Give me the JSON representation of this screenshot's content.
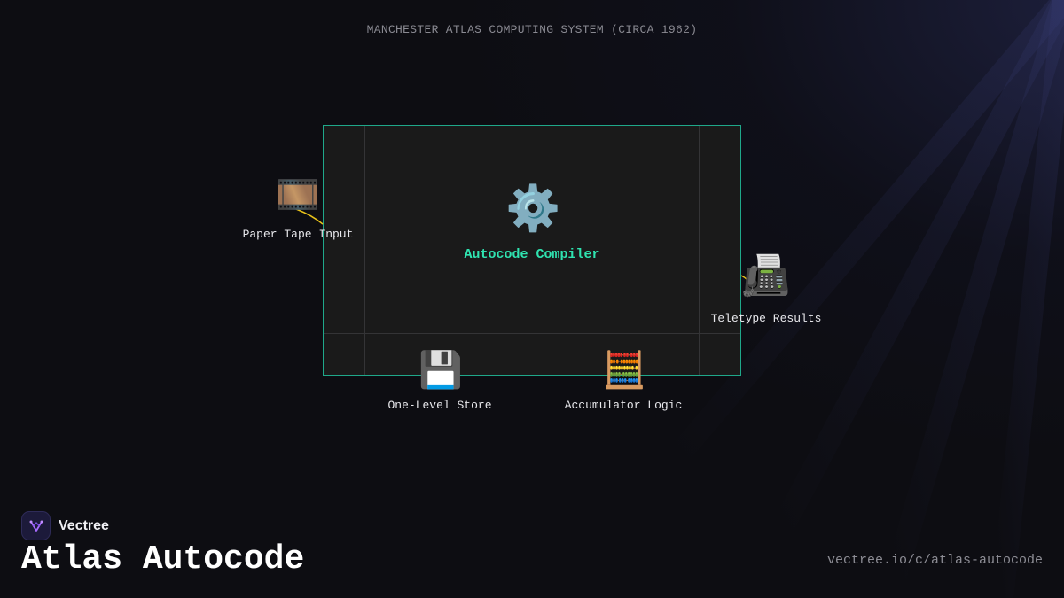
{
  "caption": "MANCHESTER ATLAS COMPUTING SYSTEM (CIRCA 1962)",
  "center": {
    "label": "Autocode Compiler",
    "icon": "⚙️",
    "icon_name": "gear-icon"
  },
  "nodes": [
    {
      "label": "Paper Tape Input",
      "icon": "🎞️",
      "icon_name": "film-strip-icon"
    },
    {
      "label": "Teletype Results",
      "icon": "📠",
      "icon_name": "fax-machine-icon"
    },
    {
      "label": "One-Level Store",
      "icon": "💾",
      "icon_name": "floppy-disk-icon"
    },
    {
      "label": "Accumulator Logic",
      "icon": "🧮",
      "icon_name": "abacus-icon"
    }
  ],
  "brand": {
    "name": "Vectree"
  },
  "title": "Atlas Autocode",
  "url": "vectree.io/c/atlas-autocode",
  "colors": {
    "accent": "#2fe3b0",
    "box_border": "#1fa88a",
    "connector": "#e8c21a",
    "background": "#0d0d12"
  }
}
